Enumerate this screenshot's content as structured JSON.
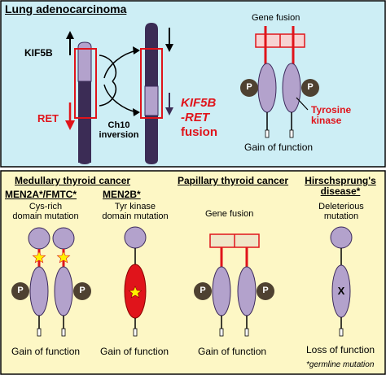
{
  "top": {
    "title": "Lung adenocarcinoma",
    "kif5b_label": "KIF5B",
    "ret_label": "RET",
    "inversion_line1": "Ch10",
    "inversion_line2": "inversion",
    "fusion_line1": "KIF5B",
    "fusion_line2": "-RET",
    "fusion_line3": "fusion",
    "gene_fusion": "Gene fusion",
    "p_left": "P",
    "p_right": "P",
    "tyrosine_line1": "Tyrosine",
    "tyrosine_line2": "kinase",
    "gain": "Gain of function"
  },
  "bottom": {
    "medullary_title": "Medullary thyroid cancer",
    "men2a": "MEN2A*/FMTC*",
    "men2b": "MEN2B*",
    "cys_line1": "Cys-rich",
    "cys_line2": "domain mutation",
    "tyr_line1": "Tyr kinase",
    "tyr_line2": "domain mutation",
    "papillary_title": "Papillary thyroid cancer",
    "gene_fusion": "Gene fusion",
    "hirsch_line1": "Hirschsprung's",
    "hirsch_line2": "disease*",
    "deleterious_line1": "Deleterious",
    "deleterious_line2": "mutation",
    "p": "P",
    "x_mark": "X",
    "gain1": "Gain of function",
    "gain2": "Gain of function",
    "gain3": "Gain of function",
    "loss": "Loss of function",
    "germline": "*germline mutation"
  },
  "colors": {
    "top_bg": "#cdeef5",
    "bottom_bg": "#fdf7c5",
    "receptor_fill": "#b3a2cc",
    "receptor_stroke": "#3c2a5c",
    "chrom_dark": "#3b2c55",
    "p_fill": "#4e4131",
    "red": "#e0141b",
    "fusion_box_fill": "#f7d2d2",
    "star": "#fff200"
  }
}
